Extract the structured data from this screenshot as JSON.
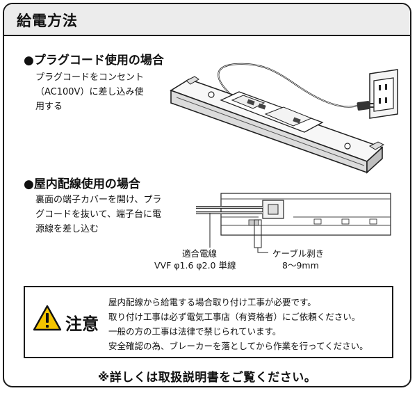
{
  "header": {
    "title": "給電方法"
  },
  "plug_section": {
    "heading": "●プラグコード使用の場合",
    "body_lines": [
      "プラグコードをコンセント",
      "（AC100V）に差し込み使",
      "用する"
    ]
  },
  "indoor_section": {
    "heading": "●屋内配線使用の場合",
    "body_lines": [
      "裏面の端子カバーを開け、プラ",
      "グコードを抜いて、端子台に電",
      "源線を差し込む"
    ]
  },
  "wire_labels": {
    "suitable_wire": "適合電線",
    "wire_spec": "VVF φ1.6 φ2.0 単線",
    "strip_title": "ケーブル剥き",
    "strip_length": "8～9mm"
  },
  "caution": {
    "word": "注意",
    "lines": [
      "屋内配線から給電する場合取り付け工事が必要です。",
      "取り付け工事は必ず電気工事店（有資格者）にご依頼ください。",
      "一般の方の工事は法律で禁じられています。",
      "安全確認の為、ブレーカーを落としてから作業を行ってください。"
    ]
  },
  "footer": {
    "note": "※詳しくは取扱説明書をご覧ください。"
  }
}
